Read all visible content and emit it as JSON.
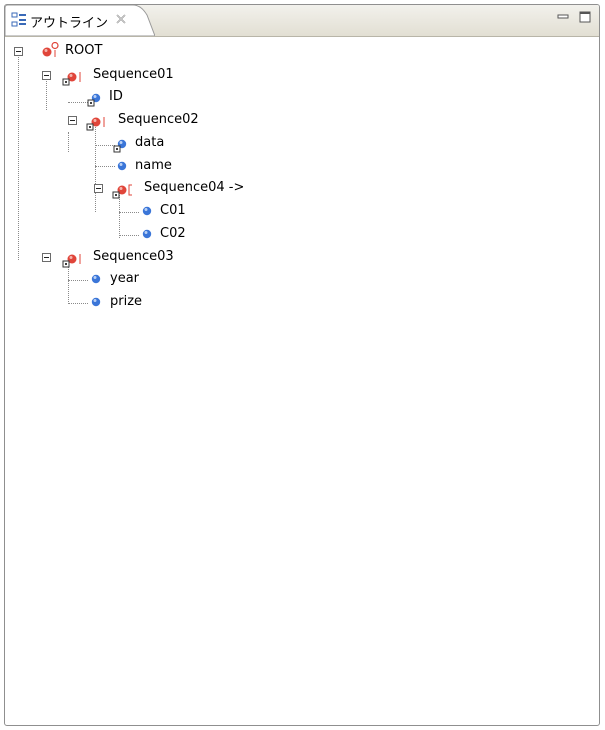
{
  "tab": {
    "title": "アウトライン",
    "icon": "outline-view-icon",
    "close_icon": "close-icon"
  },
  "window_controls": {
    "minimize_icon": "minimize-icon",
    "maximize_icon": "maximize-icon"
  },
  "colors": {
    "sequence_node": "#e0453a",
    "element_node": "#3b76d8",
    "tree_line": "#8a8a8a"
  },
  "tree": {
    "root": "ROOT",
    "sequence01": "Sequence01",
    "id": "ID",
    "sequence02": "Sequence02",
    "data": "data",
    "name": "name",
    "sequence04": "Sequence04 ->",
    "c01": "C01",
    "c02": "C02",
    "sequence03": "Sequence03",
    "year": "year",
    "prize": "prize"
  }
}
